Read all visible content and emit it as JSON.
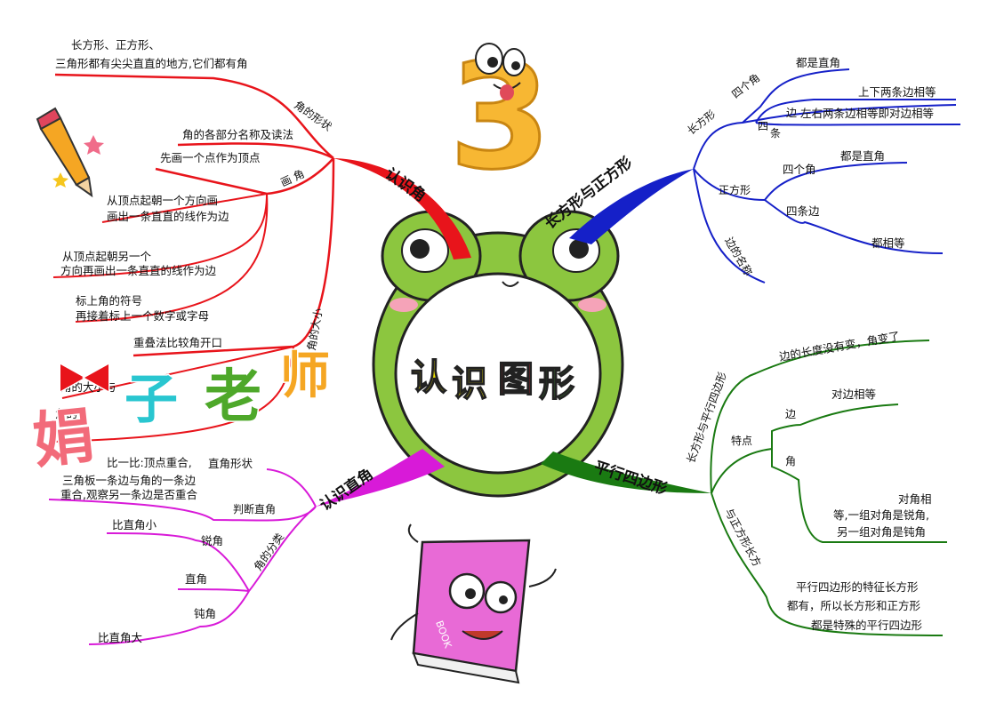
{
  "center": {
    "chars": [
      "认",
      "识",
      "图",
      "形"
    ],
    "colors": [
      "#f2e600",
      "#f2e600",
      "#e8202a",
      "#3fa535"
    ]
  },
  "watermark": [
    "娟",
    "子",
    "老",
    "师"
  ],
  "branches": {
    "angle": {
      "label": "认识角",
      "color": "#e8141b",
      "shape_label": "角的形状",
      "shape_text": [
        "长方形、正方形、",
        "三角形都有尖尖直直的地方,它们都有角"
      ],
      "parts": "角的各部分名称及读法",
      "draw_label": "画 角",
      "draw_steps": [
        "先画一个点作为顶点",
        "从顶点起朝一个方向画",
        "画出一条直直的线作为边",
        "从顶点起朝另一个",
        "方向再画出一条直直的线作为边",
        "标上角的符号",
        "再接着标上一个数字或字母"
      ],
      "size_label": "角的大小",
      "size_items": [
        "重叠法比较角开口",
        "角的大小与",
        "角的"
      ]
    },
    "rect": {
      "label": "长方形与正方形",
      "color": "#1520c8",
      "rect_label": "长方形",
      "rect_angles": "四个角",
      "rect_angles_val": "都是直角",
      "rect_sides_label": [
        "四",
        "条",
        "边"
      ],
      "rect_sides": [
        "上下两条边相等",
        "左右两条边相等即对边相等"
      ],
      "square_label": "正方形",
      "square_angles": "四个角",
      "square_angles_val": "都是直角",
      "square_sides": "四条边",
      "square_sides_val": "都相等",
      "edge_name": "边的名称"
    },
    "para": {
      "label": "平行四边形",
      "color": "#1a7a12",
      "change_label": "长方形与平行四边形",
      "change_text": "边的长度没有变，角变了",
      "feature_label": "特点",
      "side_label": "边",
      "side_text": "对边相等",
      "angle_label": "角",
      "angle_text": [
        "对角相",
        "等,一组对角是锐角,",
        "另一组对角是钝角"
      ],
      "relation_label": "与正方形长方",
      "relation_text": [
        "平行四边形的特征长方形",
        "都有，所以长方形和正方形",
        "都是特殊的平行四边形"
      ]
    },
    "right": {
      "label": "认识直角",
      "color": "#d81ad8",
      "judge_label": "判断直角",
      "judge_text": [
        "比一比:顶点重合,",
        "直角形状",
        "三角板一条边与角的一条边",
        "重合,观察另一条边是否重合"
      ],
      "classify_label": "角的分类",
      "acute": "锐角",
      "acute_text": "比直角小",
      "rightangle": "直角",
      "obtuse": "钝角",
      "obtuse_text": "比直角大"
    }
  },
  "decor": {
    "number": "3",
    "book": "BOOK"
  }
}
